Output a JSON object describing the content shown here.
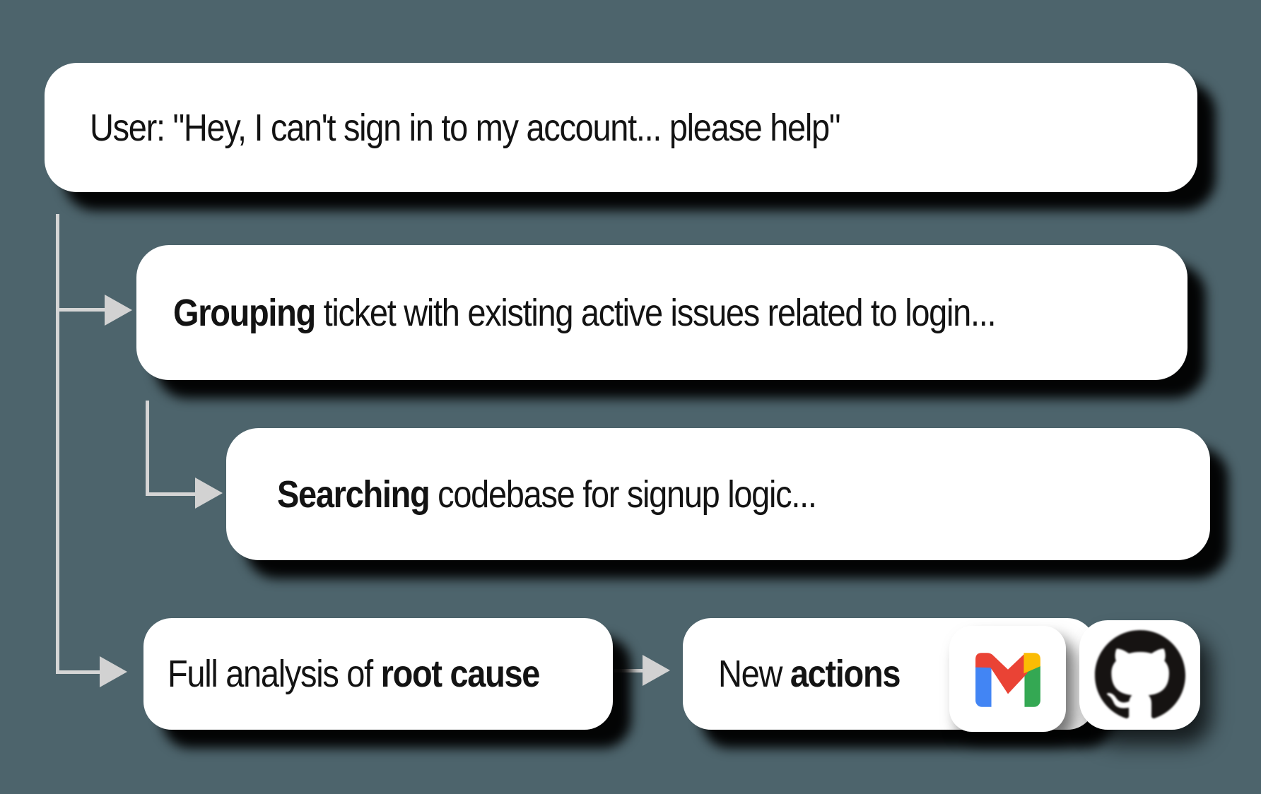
{
  "background": {
    "color": "#4d646c"
  },
  "palette": {
    "card_bg": "#ffffff",
    "text": "#131313",
    "connector_line": "#d5d5d5",
    "arrowhead": "#d2d2d2",
    "shadow": "#000000",
    "gmail_red": "#EA4335",
    "gmail_blue": "#4285F4",
    "gmail_yellow": "#FBBC04",
    "gmail_green": "#34A853",
    "github_black": "#161312"
  },
  "flow": {
    "user_message": {
      "text": "User: \"Hey, I can't sign in to my account... please help\""
    },
    "grouping_step": {
      "bold": "Grouping",
      "rest": " ticket with existing active issues related to login..."
    },
    "searching_step": {
      "bold": "Searching",
      "rest": " codebase for signup logic..."
    },
    "analysis_step": {
      "prefix": "Full analysis of ",
      "bold": "root cause"
    },
    "actions_step": {
      "prefix": "New ",
      "bold": "actions",
      "icons": [
        {
          "name": "gmail-icon"
        },
        {
          "name": "github-icon"
        }
      ]
    }
  }
}
